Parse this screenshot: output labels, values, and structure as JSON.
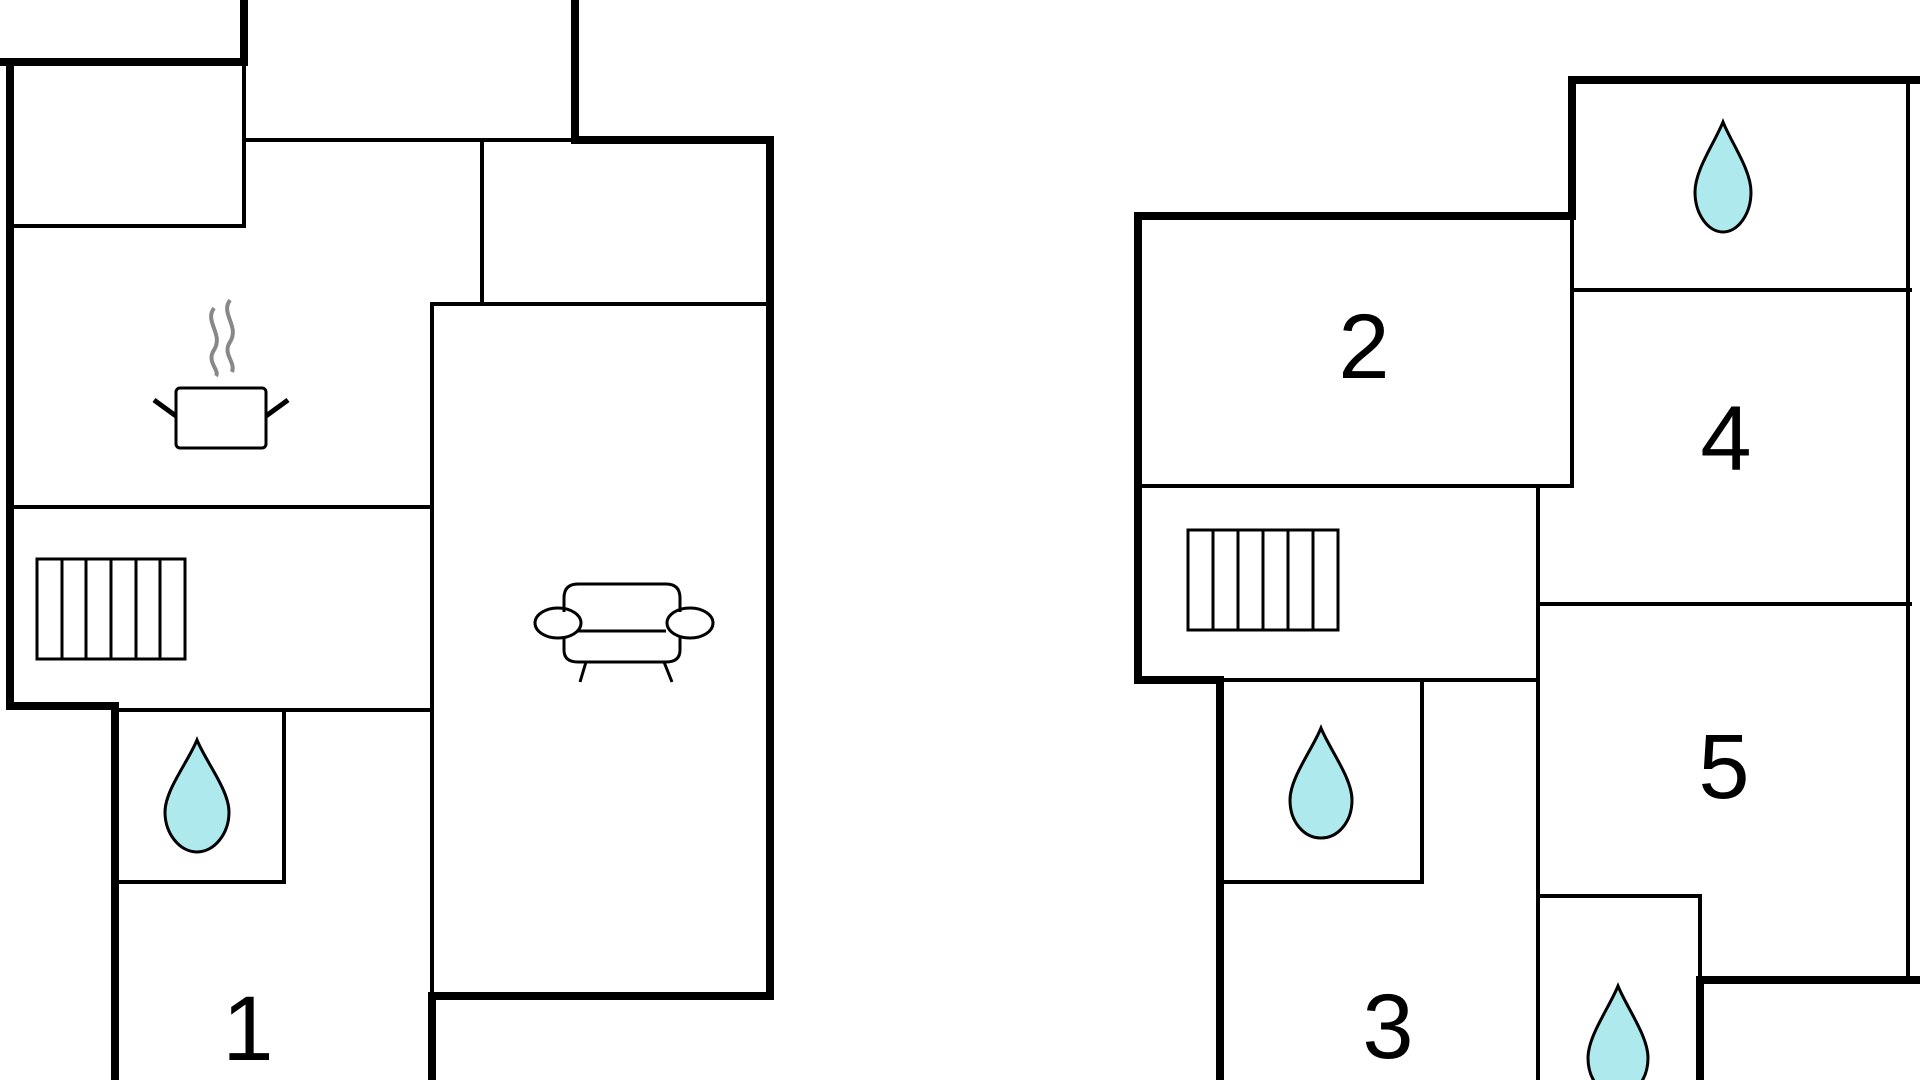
{
  "floorplan": {
    "ground_floor": {
      "rooms": [
        {
          "label": "1",
          "type": "bedroom"
        }
      ],
      "icons": [
        "kitchen-pot-icon",
        "stairs-icon",
        "bathroom-drop-icon",
        "living-sofa-icon"
      ]
    },
    "upper_floor": {
      "rooms": [
        {
          "label": "2",
          "type": "bedroom"
        },
        {
          "label": "3",
          "type": "bedroom"
        },
        {
          "label": "4",
          "type": "bedroom"
        },
        {
          "label": "5",
          "type": "bedroom"
        }
      ],
      "icons": [
        "bathroom-drop-icon",
        "stairs-icon",
        "bathroom-drop-icon",
        "bathroom-drop-icon"
      ]
    },
    "colors": {
      "walls": "#000000",
      "water_drop": "#aee9ee",
      "steam": "#888888",
      "background": "#ffffff"
    }
  }
}
